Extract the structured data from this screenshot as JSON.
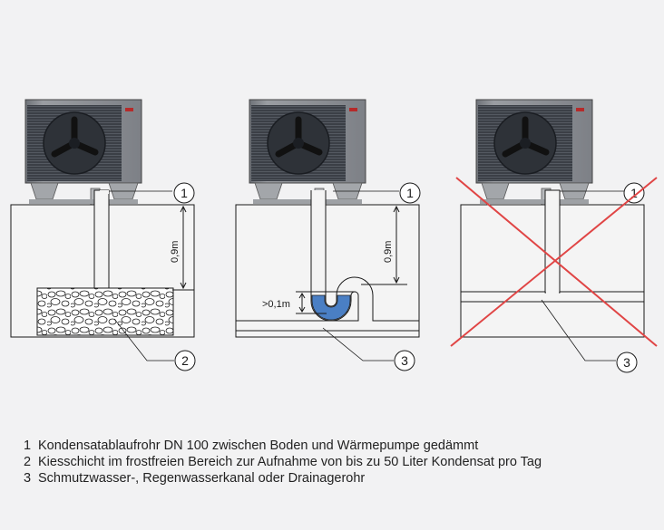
{
  "diagram": {
    "panels": [
      {
        "pipe_label": "1",
        "drain_label": "2",
        "height_label": "0,9m"
      },
      {
        "pipe_label": "1",
        "drain_label": "3",
        "height_label": "0,9m",
        "trap_label": ">0,1m"
      },
      {
        "pipe_label": "1",
        "drain_label": "3",
        "crossed_out": true
      }
    ],
    "colors": {
      "background": "#f2f2f3",
      "line": "#1a1a1a",
      "unit_grille": "#3a3e45",
      "unit_body": "#8c8f93",
      "trap_water": "#4a7fc4",
      "cross": "#e04545",
      "brand_badge": "#b52a2a"
    }
  },
  "legend": [
    {
      "num": "1",
      "text": "Kondensatablaufrohr DN 100 zwischen Boden und Wärmepumpe gedämmt"
    },
    {
      "num": "2",
      "text": "Kiesschicht im frostfreien Bereich zur Aufnahme von bis zu 50 Liter Kondensat pro Tag"
    },
    {
      "num": "3",
      "text": "Schmutzwasser-, Regenwasserkanal oder Drainagerohr"
    }
  ]
}
